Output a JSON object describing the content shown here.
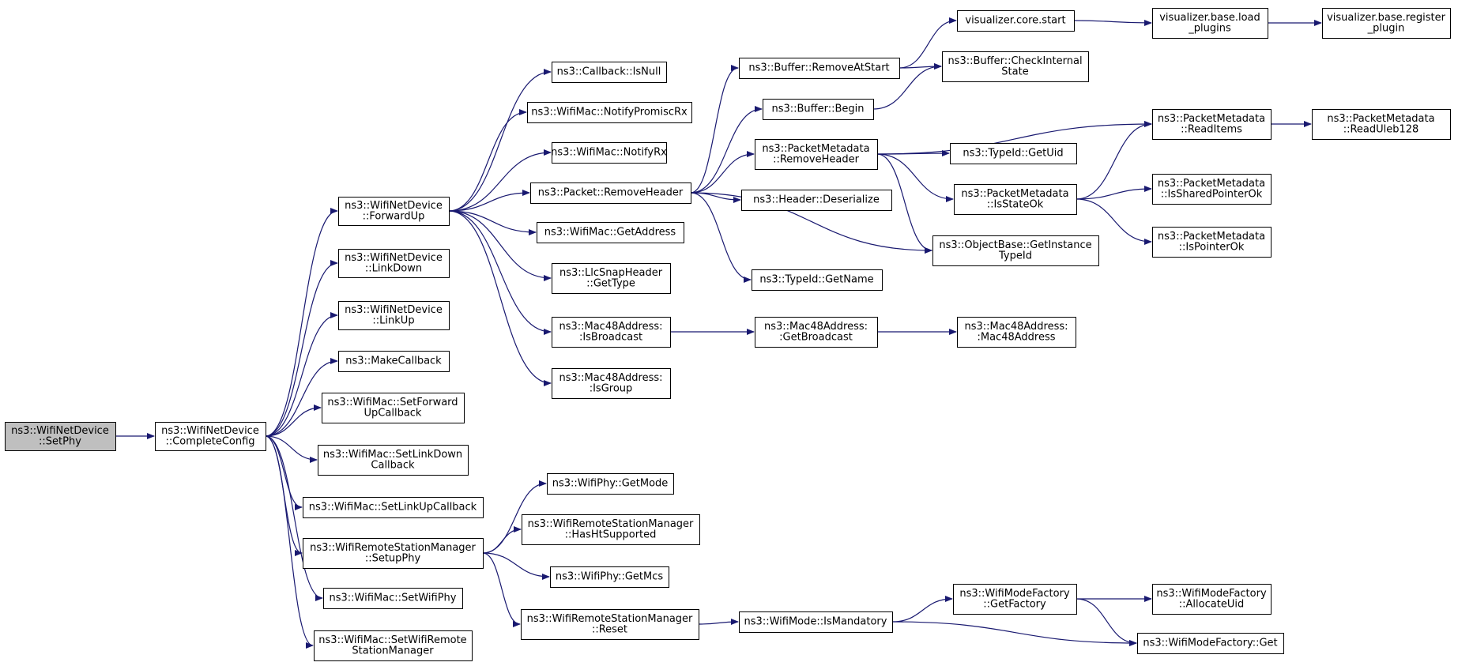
{
  "graph": {
    "arrow_color": "#191970",
    "root_fill": "#bfbfbf",
    "nodes": [
      {
        "id": "n0",
        "lines": [
          "ns3::WifiNetDevice",
          "::SetPhy"
        ],
        "root": true
      },
      {
        "id": "n1",
        "lines": [
          "ns3::WifiNetDevice",
          "::CompleteConfig"
        ]
      },
      {
        "id": "n2",
        "lines": [
          "ns3::WifiNetDevice",
          "::ForwardUp"
        ]
      },
      {
        "id": "n3",
        "lines": [
          "ns3::WifiNetDevice",
          "::LinkDown"
        ]
      },
      {
        "id": "n4",
        "lines": [
          "ns3::WifiNetDevice",
          "::LinkUp"
        ]
      },
      {
        "id": "n5",
        "lines": [
          "ns3::MakeCallback"
        ]
      },
      {
        "id": "n6",
        "lines": [
          "ns3::WifiMac::SetForward",
          "UpCallback"
        ]
      },
      {
        "id": "n7",
        "lines": [
          "ns3::WifiMac::SetLinkDown",
          "Callback"
        ]
      },
      {
        "id": "n8",
        "lines": [
          "ns3::WifiMac::SetLinkUpCallback"
        ]
      },
      {
        "id": "n9",
        "lines": [
          "ns3::WifiRemoteStationManager",
          "::SetupPhy"
        ]
      },
      {
        "id": "n10",
        "lines": [
          "ns3::WifiMac::SetWifiPhy"
        ]
      },
      {
        "id": "n11",
        "lines": [
          "ns3::WifiMac::SetWifiRemote",
          "StationManager"
        ]
      },
      {
        "id": "n12",
        "lines": [
          "ns3::Callback::IsNull"
        ]
      },
      {
        "id": "n13",
        "lines": [
          "ns3::WifiMac::NotifyPromiscRx"
        ]
      },
      {
        "id": "n14",
        "lines": [
          "ns3::WifiMac::NotifyRx"
        ]
      },
      {
        "id": "n15",
        "lines": [
          "ns3::Packet::RemoveHeader"
        ]
      },
      {
        "id": "n16",
        "lines": [
          "ns3::WifiMac::GetAddress"
        ]
      },
      {
        "id": "n17",
        "lines": [
          "ns3::LlcSnapHeader",
          "::GetType"
        ]
      },
      {
        "id": "n18",
        "lines": [
          "ns3::Mac48Address:",
          ":IsBroadcast"
        ]
      },
      {
        "id": "n19",
        "lines": [
          "ns3::Mac48Address:",
          ":IsGroup"
        ]
      },
      {
        "id": "n20",
        "lines": [
          "ns3::Buffer::RemoveAtStart"
        ]
      },
      {
        "id": "n21",
        "lines": [
          "ns3::Buffer::Begin"
        ]
      },
      {
        "id": "n22",
        "lines": [
          "ns3::PacketMetadata",
          "::RemoveHeader"
        ]
      },
      {
        "id": "n23",
        "lines": [
          "ns3::Header::Deserialize"
        ]
      },
      {
        "id": "n24",
        "lines": [
          "ns3::TypeId::GetName"
        ]
      },
      {
        "id": "n25",
        "lines": [
          "visualizer.core.start"
        ]
      },
      {
        "id": "n26",
        "lines": [
          "ns3::Buffer::CheckInternal",
          "State"
        ]
      },
      {
        "id": "n27",
        "lines": [
          "visualizer.base.load",
          "_plugins"
        ]
      },
      {
        "id": "n28",
        "lines": [
          "visualizer.base.register",
          "_plugin"
        ]
      },
      {
        "id": "n29",
        "lines": [
          "ns3::TypeId::GetUid"
        ]
      },
      {
        "id": "n30",
        "lines": [
          "ns3::PacketMetadata",
          "::IsStateOk"
        ]
      },
      {
        "id": "n31",
        "lines": [
          "ns3::ObjectBase::GetInstance",
          "TypeId"
        ]
      },
      {
        "id": "n32",
        "lines": [
          "ns3::PacketMetadata",
          "::ReadItems"
        ]
      },
      {
        "id": "n33",
        "lines": [
          "ns3::PacketMetadata",
          "::ReadUleb128"
        ]
      },
      {
        "id": "n34",
        "lines": [
          "ns3::PacketMetadata",
          "::IsSharedPointerOk"
        ]
      },
      {
        "id": "n35",
        "lines": [
          "ns3::PacketMetadata",
          "::IsPointerOk"
        ]
      },
      {
        "id": "n36",
        "lines": [
          "ns3::Mac48Address:",
          ":GetBroadcast"
        ]
      },
      {
        "id": "n37",
        "lines": [
          "ns3::Mac48Address:",
          ":Mac48Address"
        ]
      },
      {
        "id": "n38",
        "lines": [
          "ns3::WifiPhy::GetMode"
        ]
      },
      {
        "id": "n39",
        "lines": [
          "ns3::WifiRemoteStationManager",
          "::HasHtSupported"
        ]
      },
      {
        "id": "n40",
        "lines": [
          "ns3::WifiPhy::GetMcs"
        ]
      },
      {
        "id": "n41",
        "lines": [
          "ns3::WifiRemoteStationManager",
          "::Reset"
        ]
      },
      {
        "id": "n42",
        "lines": [
          "ns3::WifiMode::IsMandatory"
        ]
      },
      {
        "id": "n43",
        "lines": [
          "ns3::WifiModeFactory",
          "::GetFactory"
        ]
      },
      {
        "id": "n44",
        "lines": [
          "ns3::WifiModeFactory",
          "::AllocateUid"
        ]
      },
      {
        "id": "n45",
        "lines": [
          "ns3::WifiModeFactory::Get"
        ]
      }
    ],
    "edges": [
      [
        "n0",
        "n1"
      ],
      [
        "n1",
        "n2"
      ],
      [
        "n1",
        "n3"
      ],
      [
        "n1",
        "n4"
      ],
      [
        "n1",
        "n5"
      ],
      [
        "n1",
        "n6"
      ],
      [
        "n1",
        "n7"
      ],
      [
        "n1",
        "n8"
      ],
      [
        "n1",
        "n9"
      ],
      [
        "n1",
        "n10"
      ],
      [
        "n1",
        "n11"
      ],
      [
        "n2",
        "n12"
      ],
      [
        "n2",
        "n13"
      ],
      [
        "n2",
        "n14"
      ],
      [
        "n2",
        "n15"
      ],
      [
        "n2",
        "n16"
      ],
      [
        "n2",
        "n17"
      ],
      [
        "n2",
        "n18"
      ],
      [
        "n2",
        "n19"
      ],
      [
        "n15",
        "n20"
      ],
      [
        "n15",
        "n21"
      ],
      [
        "n15",
        "n22"
      ],
      [
        "n15",
        "n23"
      ],
      [
        "n15",
        "n24"
      ],
      [
        "n15",
        "n31"
      ],
      [
        "n20",
        "n25"
      ],
      [
        "n20",
        "n26"
      ],
      [
        "n21",
        "n26"
      ],
      [
        "n25",
        "n27"
      ],
      [
        "n27",
        "n28"
      ],
      [
        "n22",
        "n32"
      ],
      [
        "n22",
        "n29"
      ],
      [
        "n22",
        "n30"
      ],
      [
        "n22",
        "n31"
      ],
      [
        "n30",
        "n32"
      ],
      [
        "n30",
        "n34"
      ],
      [
        "n30",
        "n35"
      ],
      [
        "n32",
        "n33"
      ],
      [
        "n18",
        "n36"
      ],
      [
        "n36",
        "n37"
      ],
      [
        "n9",
        "n38"
      ],
      [
        "n9",
        "n39"
      ],
      [
        "n9",
        "n40"
      ],
      [
        "n9",
        "n41"
      ],
      [
        "n41",
        "n42"
      ],
      [
        "n42",
        "n43"
      ],
      [
        "n42",
        "n45"
      ],
      [
        "n43",
        "n44"
      ],
      [
        "n43",
        "n45"
      ]
    ]
  }
}
